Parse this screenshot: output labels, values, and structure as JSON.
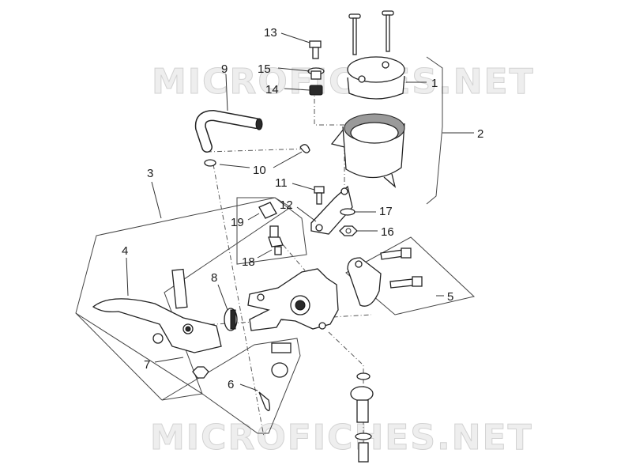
{
  "watermark": "MICROFICHES.NET",
  "callouts": [
    "1",
    "2",
    "3",
    "4",
    "5",
    "6",
    "7",
    "8",
    "9",
    "10",
    "11",
    "12",
    "13",
    "14",
    "15",
    "16",
    "17",
    "18",
    "19"
  ],
  "icons": [
    "master-cylinder-exploded-diagram"
  ]
}
